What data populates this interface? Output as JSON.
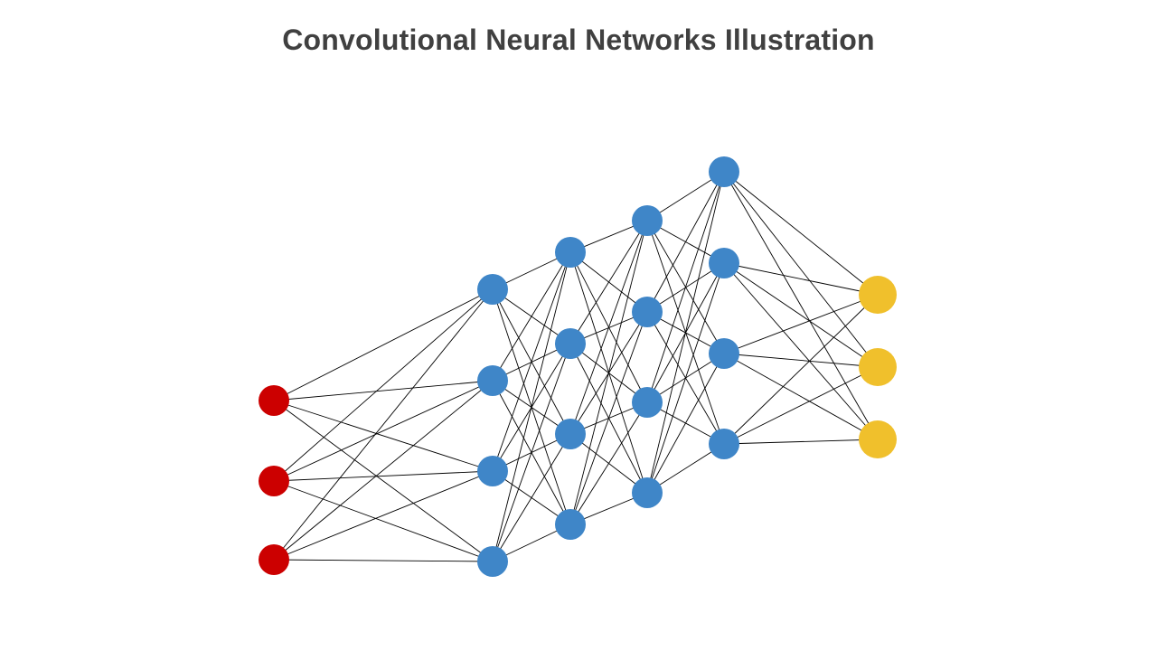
{
  "slide": {
    "title": "Convolutional Neural Networks Illustration"
  },
  "network": {
    "layer_sizes": [
      3,
      4,
      4,
      4,
      4,
      3
    ],
    "node_colors": {
      "input": "#CC0000",
      "hidden": "#3F86C8",
      "output": "#F0C02C"
    },
    "edge_color": "#000000"
  }
}
